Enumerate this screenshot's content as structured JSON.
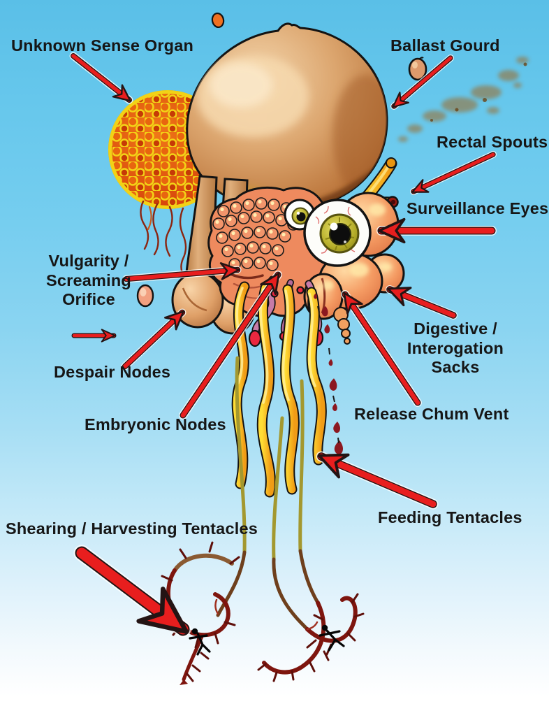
{
  "title": "Fictional creature anatomy diagram",
  "labels": {
    "unknown_sense_organ": "Unknown Sense Organ",
    "ballast_gourd": "Ballast Gourd",
    "rectal_spouts": "Rectal Spouts",
    "surveillance_eyes": "Surveillance Eyes",
    "vulgarity_screaming_orifice": "Vulgarity / Screaming\nOrifice",
    "despair_nodes": "Despair Nodes",
    "digestive_interogation_sacks": "Digestive / Interogation\nSacks",
    "embryonic_nodes": "Embryonic Nodes",
    "release_chum_vent": "Release Chum Vent",
    "feeding_tentacles": "Feeding Tentacles",
    "shearing_harvesting_tentacles": "Shearing / Harvesting Tentacles"
  },
  "colors": {
    "arrow_red": "#e81e1e",
    "arrow_outline": "#241414",
    "label_text": "#161616",
    "sky_top": "#5abfe7",
    "sky_bottom": "#ffffff",
    "body_tan": "#d39763",
    "sense_organ_orange": "#d8470c",
    "sense_organ_rim": "#f2d216",
    "head_mass_salmon": "#ee8a5e",
    "sack_salmon": "#f0935f",
    "eye_iris_olive": "#b6ae2a",
    "tentacle_yellow": "#ffd21e",
    "tentacle_olive": "#a3982f",
    "tentacle_brown": "#6e3f1c",
    "feather_dark_red": "#7e150e",
    "embryo_mauve": "#c77ba8",
    "bulb_red": "#e8243c",
    "blood_red": "#8c1820"
  }
}
